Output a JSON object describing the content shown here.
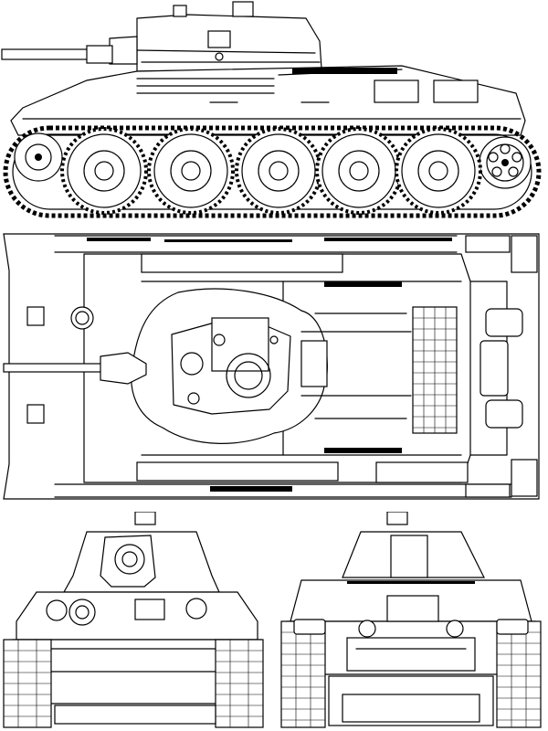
{
  "drawing": {
    "views": [
      "side-view",
      "top-view",
      "front-view",
      "rear-view"
    ],
    "side_view": {
      "road_wheel_count": 5
    },
    "line_color": "#000000",
    "background_color": "#ffffff"
  }
}
